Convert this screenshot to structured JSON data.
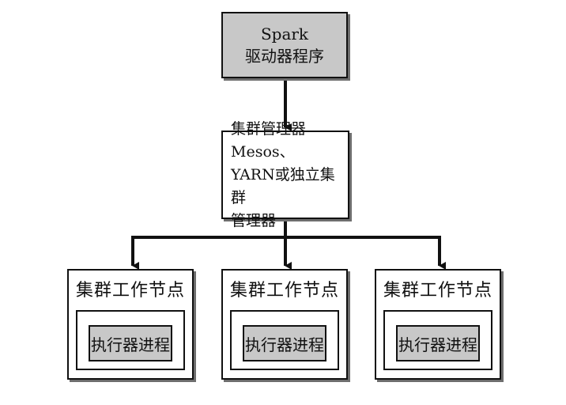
{
  "driver": {
    "line1": "Spark",
    "line2": "驱动器程序"
  },
  "cluster_manager": {
    "lines": [
      "集群管理器Mesos、",
      "YARN或独立集群",
      "管理器"
    ]
  },
  "worker_nodes": [
    {
      "title": "集群工作节点",
      "executor": "执行器进程"
    },
    {
      "title": "集群工作节点",
      "executor": "执行器进程"
    },
    {
      "title": "集群工作节点",
      "executor": "执行器进程"
    }
  ]
}
